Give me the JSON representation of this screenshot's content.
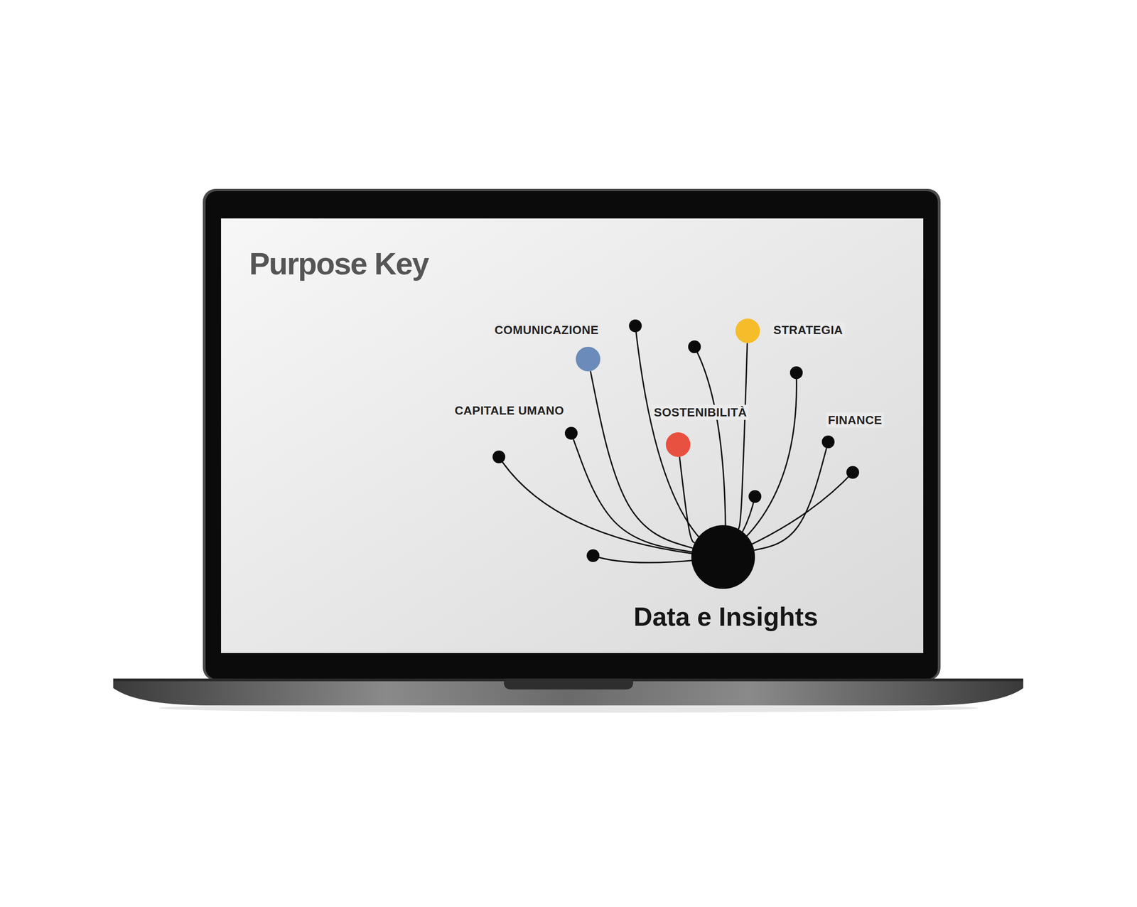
{
  "diagram": {
    "title": "Purpose Key",
    "nodes": [
      {
        "text": [
          "COMUNICAZIONE"
        ]
      },
      {
        "text": [
          "STRATEGIA"
        ]
      },
      {
        "text": [
          "CAPITALE UMANO"
        ]
      },
      {
        "text": [
          "SOSTENIBILITÀ"
        ]
      },
      {
        "text": [
          "FINANCE"
        ]
      },
      {
        "text": [
          "Data e Insights"
        ]
      }
    ],
    "edges": [
      {
        "from": 0,
        "to": 5,
        "arrow": "none"
      },
      {
        "from": 1,
        "to": 5,
        "arrow": "none"
      },
      {
        "from": 2,
        "to": 5,
        "arrow": "none"
      },
      {
        "from": 3,
        "to": 5,
        "arrow": "none"
      },
      {
        "from": 4,
        "to": 5,
        "arrow": "none"
      }
    ]
  }
}
